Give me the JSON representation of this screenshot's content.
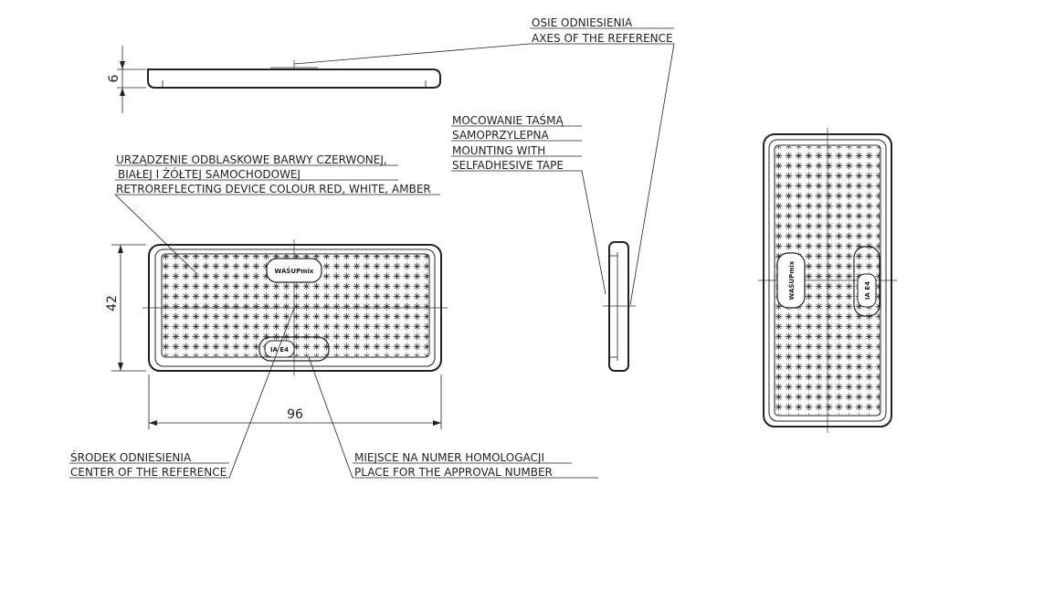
{
  "labels": {
    "axes_pl": "OSIE ODNIESIENIA",
    "axes_en": "AXES OF THE REFERENCE",
    "mount_pl_1": "MOCOWANIE TAŚMĄ",
    "mount_pl_2": "SAMOPRZYLEPNA",
    "mount_en_1": "MOUNTING WITH",
    "mount_en_2": "SELFADHESIVE TAPE",
    "device_pl_1": "URZĄDZENIE ODBLASKOWE BARWY CZERWONEJ,",
    "device_pl_2": "BIAŁEJ I ŻÓŁTEJ SAMOCHODOWEJ",
    "device_en": "RETROREFLECTING DEVICE COLOUR RED, WHITE, AMBER",
    "center_pl": "ŚRODEK ODNIESIENIA",
    "center_en": "CENTER OF THE REFERENCE",
    "approval_pl": "MIEJSCE NA NUMER HOMOLOGACJI",
    "approval_en": "PLACE FOR THE APPROVAL NUMBER"
  },
  "dimensions": {
    "thickness": "6",
    "height": "42",
    "width": "96"
  },
  "markings": {
    "brand": "WAŚUPmix",
    "approval": "IA E4"
  }
}
